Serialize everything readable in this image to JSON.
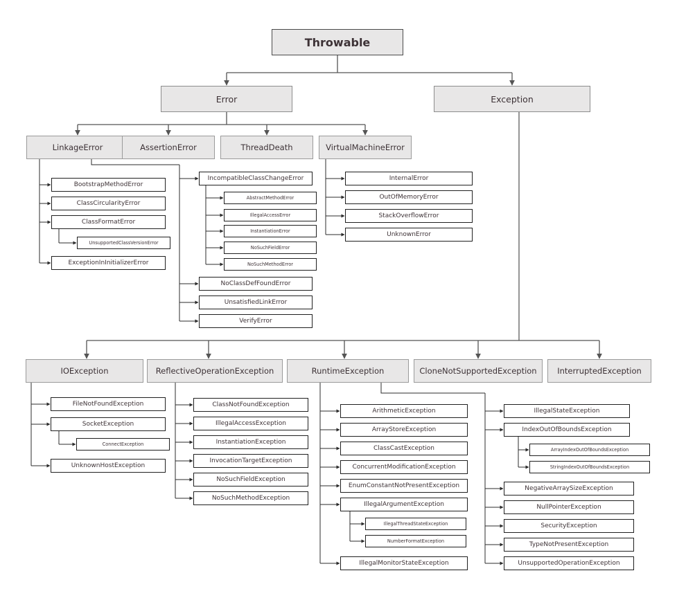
{
  "nodes": {
    "throwable": "Throwable",
    "error": "Error",
    "exception": "Exception",
    "linkage_error": "LinkageError",
    "assertion_error": "AssertionError",
    "thread_death": "ThreadDeath",
    "virtual_machine_error": "VirtualMachineError",
    "bootstrap_method_error": "BootstrapMethodError",
    "class_circularity_error": "ClassCircularityError",
    "class_format_error": "ClassFormatError",
    "unsupported_class_version_error": "UnsupportedClassVersionError",
    "exception_in_initializer_error": "ExceptionInInitializerError",
    "incompatible_class_change_error": "IncompatibleClassChangeError",
    "abstract_method_error": "AbstractMethodError",
    "illegal_access_error": "IllegalAccessError",
    "instantiation_error": "InstantiationError",
    "no_such_field_error": "NoSuchFieldError",
    "no_such_method_error": "NoSuchMethodError",
    "no_class_def_found_error": "NoClassDefFoundError",
    "unsatisfied_link_error": "UnsatisfiedLinkError",
    "verify_error": "VerifyError",
    "internal_error": "InternalError",
    "out_of_memory_error": "OutOfMemoryError",
    "stack_overflow_error": "StackOverflowError",
    "unknown_error": "UnknownError",
    "io_exception": "IOException",
    "reflective_operation_exception": "ReflectiveOperationException",
    "runtime_exception": "RuntimeException",
    "clone_not_supported_exception": "CloneNotSupportedException",
    "interrupted_exception": "InterruptedException",
    "file_not_found_exception": "FileNotFoundException",
    "socket_exception": "SocketException",
    "connect_exception": "ConnectException",
    "unknown_host_exception": "UnknownHostException",
    "class_not_found_exception": "ClassNotFoundException",
    "illegal_access_exception": "IllegalAccessException",
    "instantiation_exception": "InstantiationException",
    "invocation_target_exception": "InvocationTargetException",
    "no_such_field_exception": "NoSuchFieldException",
    "no_such_method_exception": "NoSuchMethodException",
    "arithmetic_exception": "ArithmeticException",
    "array_store_exception": "ArrayStoreException",
    "class_cast_exception": "ClassCastException",
    "concurrent_modification_exception": "ConcurrentModificationException",
    "enum_constant_not_present_exception": "EnumConstantNotPresentException",
    "illegal_argument_exception": "IllegalArgumentException",
    "illegal_thread_state_exception": "IllegalThreadStateException",
    "number_format_exception": "NumberFormatException",
    "illegal_monitor_state_exception": "IllegalMonitorStateException",
    "illegal_state_exception": "IllegalStateException",
    "index_out_of_bounds_exception": "IndexOutOfBoundsException",
    "array_index_out_of_bounds_exception": "ArrayIndexOutOfBoundsException",
    "string_index_out_of_bounds_exception": "StringIndexOutOfBoundsException",
    "negative_array_size_exception": "NegativeArraySizeException",
    "null_pointer_exception": "NullPointerException",
    "security_exception": "SecurityException",
    "type_not_present_exception": "TypeNotPresentException",
    "unsupported_operation_exception": "UnsupportedOperationException"
  },
  "edges": [
    [
      "throwable",
      "error"
    ],
    [
      "throwable",
      "exception"
    ],
    [
      "error",
      "linkage_error"
    ],
    [
      "error",
      "assertion_error"
    ],
    [
      "error",
      "thread_death"
    ],
    [
      "error",
      "virtual_machine_error"
    ],
    [
      "linkage_error",
      "bootstrap_method_error"
    ],
    [
      "linkage_error",
      "class_circularity_error"
    ],
    [
      "linkage_error",
      "class_format_error"
    ],
    [
      "class_format_error",
      "unsupported_class_version_error"
    ],
    [
      "linkage_error",
      "exception_in_initializer_error"
    ],
    [
      "linkage_error",
      "incompatible_class_change_error"
    ],
    [
      "incompatible_class_change_error",
      "abstract_method_error"
    ],
    [
      "incompatible_class_change_error",
      "illegal_access_error"
    ],
    [
      "incompatible_class_change_error",
      "instantiation_error"
    ],
    [
      "incompatible_class_change_error",
      "no_such_field_error"
    ],
    [
      "incompatible_class_change_error",
      "no_such_method_error"
    ],
    [
      "linkage_error",
      "no_class_def_found_error"
    ],
    [
      "linkage_error",
      "unsatisfied_link_error"
    ],
    [
      "linkage_error",
      "verify_error"
    ],
    [
      "virtual_machine_error",
      "internal_error"
    ],
    [
      "virtual_machine_error",
      "out_of_memory_error"
    ],
    [
      "virtual_machine_error",
      "stack_overflow_error"
    ],
    [
      "virtual_machine_error",
      "unknown_error"
    ],
    [
      "exception",
      "io_exception"
    ],
    [
      "exception",
      "reflective_operation_exception"
    ],
    [
      "exception",
      "runtime_exception"
    ],
    [
      "exception",
      "clone_not_supported_exception"
    ],
    [
      "exception",
      "interrupted_exception"
    ],
    [
      "io_exception",
      "file_not_found_exception"
    ],
    [
      "io_exception",
      "socket_exception"
    ],
    [
      "socket_exception",
      "connect_exception"
    ],
    [
      "io_exception",
      "unknown_host_exception"
    ],
    [
      "reflective_operation_exception",
      "class_not_found_exception"
    ],
    [
      "reflective_operation_exception",
      "illegal_access_exception"
    ],
    [
      "reflective_operation_exception",
      "instantiation_exception"
    ],
    [
      "reflective_operation_exception",
      "invocation_target_exception"
    ],
    [
      "reflective_operation_exception",
      "no_such_field_exception"
    ],
    [
      "reflective_operation_exception",
      "no_such_method_exception"
    ],
    [
      "runtime_exception",
      "arithmetic_exception"
    ],
    [
      "runtime_exception",
      "array_store_exception"
    ],
    [
      "runtime_exception",
      "class_cast_exception"
    ],
    [
      "runtime_exception",
      "concurrent_modification_exception"
    ],
    [
      "runtime_exception",
      "enum_constant_not_present_exception"
    ],
    [
      "runtime_exception",
      "illegal_argument_exception"
    ],
    [
      "illegal_argument_exception",
      "illegal_thread_state_exception"
    ],
    [
      "illegal_argument_exception",
      "number_format_exception"
    ],
    [
      "runtime_exception",
      "illegal_monitor_state_exception"
    ],
    [
      "runtime_exception",
      "illegal_state_exception"
    ],
    [
      "runtime_exception",
      "index_out_of_bounds_exception"
    ],
    [
      "index_out_of_bounds_exception",
      "array_index_out_of_bounds_exception"
    ],
    [
      "index_out_of_bounds_exception",
      "string_index_out_of_bounds_exception"
    ],
    [
      "runtime_exception",
      "negative_array_size_exception"
    ],
    [
      "runtime_exception",
      "null_pointer_exception"
    ],
    [
      "runtime_exception",
      "security_exception"
    ],
    [
      "runtime_exception",
      "type_not_present_exception"
    ],
    [
      "runtime_exception",
      "unsupported_operation_exception"
    ]
  ]
}
